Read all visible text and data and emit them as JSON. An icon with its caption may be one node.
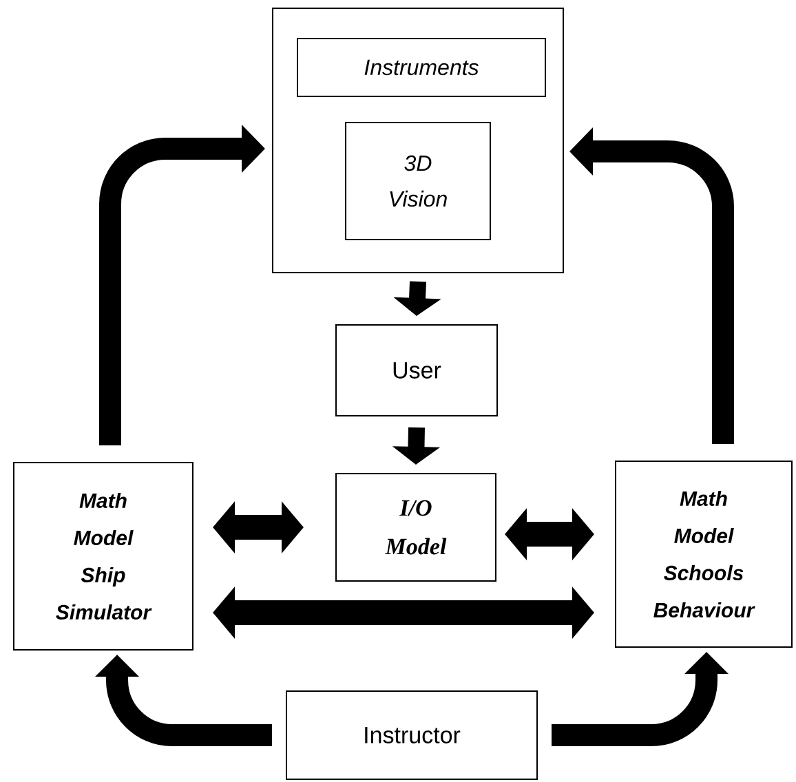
{
  "diagram": {
    "nodes": [
      {
        "text": [],
        "shape": "box"
      },
      {
        "text": [
          "Instruments"
        ],
        "in": 0
      },
      {
        "text": [
          "3D Vision"
        ],
        "in": 0
      },
      {
        "text": [
          "User"
        ]
      },
      {
        "text": [
          "I/O Model"
        ]
      },
      {
        "text": [
          "Math Model Ship Simulator"
        ]
      },
      {
        "text": [
          "Math Model Schools Behaviour"
        ]
      },
      {
        "text": [
          "Instructor"
        ]
      }
    ],
    "edges": [
      {
        "from": 0,
        "to": 3,
        "arrow": "to"
      },
      {
        "from": 3,
        "to": 4,
        "arrow": "to"
      },
      {
        "from": 5,
        "to": 0,
        "arrow": "to"
      },
      {
        "from": 6,
        "to": 0,
        "arrow": "to"
      },
      {
        "from": 5,
        "to": 4,
        "arrow": "both"
      },
      {
        "from": 4,
        "to": 6,
        "arrow": "both"
      },
      {
        "from": 5,
        "to": 6,
        "arrow": "both"
      },
      {
        "from": 7,
        "to": 5,
        "arrow": "to"
      },
      {
        "from": 7,
        "to": 6,
        "arrow": "to"
      }
    ]
  }
}
